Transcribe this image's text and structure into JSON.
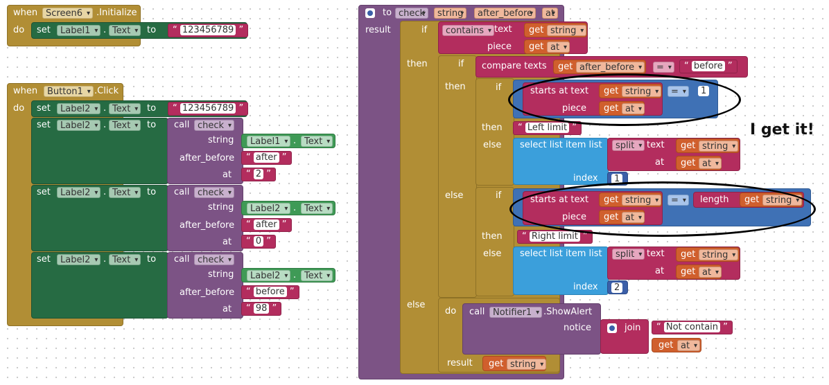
{
  "kw": {
    "when": "when",
    "do": "do",
    "set": "set",
    "to": "to",
    "dot": ".",
    "call": "call",
    "result": "result",
    "if": "if",
    "then": "then",
    "else": "else",
    "get": "get",
    "text": "text",
    "piece": "piece",
    "starts_at": "starts at  text",
    "compare": "compare texts",
    "eq": "=",
    "length": "length",
    "select": "select list item  list",
    "index": "index",
    "split": "split",
    "at": "at",
    "join": "join",
    "notice": "notice",
    "string": "string",
    "after_before": "after_before"
  },
  "event1": {
    "component": "Screen6",
    "event": ".Initialize",
    "set": {
      "component": "Label1",
      "prop": "Text",
      "value": "123456789"
    }
  },
  "event2": {
    "component": "Button1",
    "event": ".Click",
    "set1": {
      "component": "Label2",
      "prop": "Text",
      "value": "123456789"
    },
    "calls": [
      {
        "component": "Label2",
        "prop": "Text",
        "proc": "check",
        "src_comp": "Label1",
        "src_prop": "Text",
        "ab": "after",
        "at": "2"
      },
      {
        "component": "Label2",
        "prop": "Text",
        "proc": "check",
        "src_comp": "Label2",
        "src_prop": "Text",
        "ab": "after",
        "at": "0"
      },
      {
        "component": "Label2",
        "prop": "Text",
        "proc": "check",
        "src_comp": "Label2",
        "src_prop": "Text",
        "ab": "before",
        "at": "98"
      }
    ]
  },
  "proc": {
    "to": "to",
    "name": "check",
    "p1": "string",
    "p2": "after_before",
    "p3": "at",
    "contains": "contains",
    "before_lit": "before",
    "one": "1",
    "two": "2",
    "left_limit": "Left limit",
    "right_limit": "Right limit",
    "notifier": "Notifier1",
    "show_alert": ".ShowAlert",
    "not_contain": "Not contain"
  },
  "annotation": "I get it!",
  "colors": {
    "event": "#b18e35",
    "setter": "#266b43",
    "procedure": "#7c5385",
    "text": "#b32d5e",
    "variable": "#d05f2d",
    "logic": "#3f71b5",
    "list": "#3b9fdb"
  }
}
